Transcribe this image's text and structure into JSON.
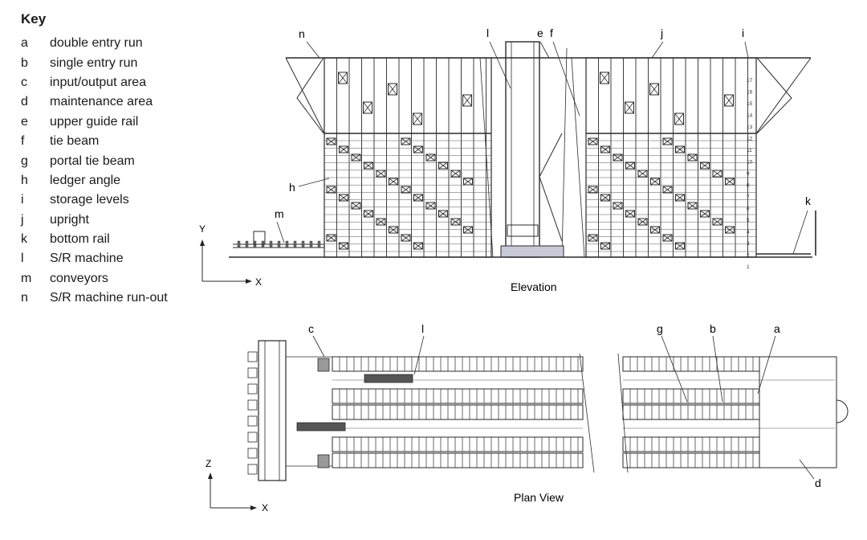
{
  "key": {
    "title": "Key",
    "items": [
      {
        "letter": "a",
        "label": "double entry run"
      },
      {
        "letter": "b",
        "label": "single entry run"
      },
      {
        "letter": "c",
        "label": "input/output area"
      },
      {
        "letter": "d",
        "label": "maintenance area"
      },
      {
        "letter": "e",
        "label": "upper guide rail"
      },
      {
        "letter": "f",
        "label": "tie beam"
      },
      {
        "letter": "g",
        "label": "portal tie beam"
      },
      {
        "letter": "h",
        "label": "ledger angle"
      },
      {
        "letter": "i",
        "label": "storage levels"
      },
      {
        "letter": "j",
        "label": "upright"
      },
      {
        "letter": "k",
        "label": "bottom rail"
      },
      {
        "letter": "l",
        "label": "S/R machine"
      },
      {
        "letter": "m",
        "label": "conveyors"
      },
      {
        "letter": "n",
        "label": "S/R machine run-out"
      }
    ]
  },
  "elevation": {
    "caption": "Elevation",
    "axis_x": "X",
    "axis_y": "Y",
    "callouts": {
      "n": "n",
      "l": "l",
      "e": "e",
      "f": "f",
      "j": "j",
      "i": "i",
      "h": "h",
      "m": "m",
      "k": "k"
    },
    "level_numbers": [
      "17",
      "16",
      "15",
      "14",
      "13",
      "12",
      "11",
      "10",
      "9",
      "8",
      "7",
      "6",
      "5",
      "4",
      "3",
      "2",
      "1"
    ]
  },
  "plan": {
    "caption": "Plan View",
    "axis_x": "X",
    "axis_z": "Z",
    "callouts": {
      "c": "c",
      "l": "l",
      "g": "g",
      "b": "b",
      "a": "a",
      "d": "d"
    }
  },
  "colors": {
    "line": "#2a2a2a",
    "light_line": "#555555",
    "accent": "#3a3a8a"
  }
}
